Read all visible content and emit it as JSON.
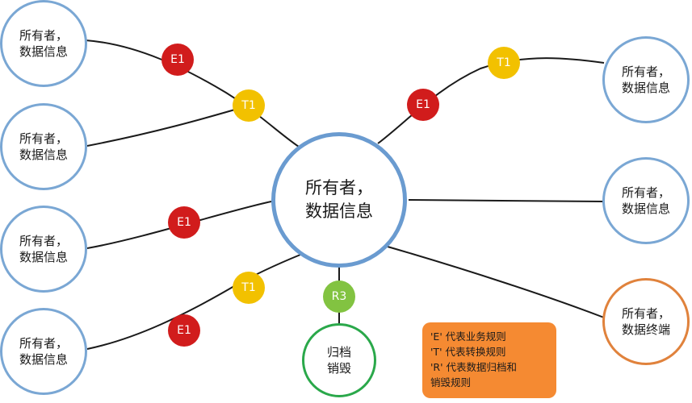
{
  "nodes": {
    "center": "所有者，\n数据信息",
    "left_1": "所有者，\n数据信息",
    "left_2": "所有者，\n数据信息",
    "left_3": "所有者，\n数据信息",
    "left_4": "所有者，\n数据信息",
    "right_1": "所有者，\n数据信息",
    "right_2": "所有者，\n数据信息",
    "terminal": "所有者，\n数据终端",
    "archive": "归档\n销毁"
  },
  "rule_badges": {
    "left_1_e": "E1",
    "left_1_t": "T1",
    "left_3_e": "E1",
    "left_4_t": "T1",
    "left_4_e": "E1",
    "right_1_e": "E1",
    "right_1_t": "T1",
    "archive_r": "R3"
  },
  "legend": {
    "line_1": "'E' 代表业务规则",
    "line_2": "'T' 代表转换规则",
    "line_3": "'R' 代表数据归档和",
    "line_4": "销毁规则"
  },
  "colors": {
    "business_rule": "#d11c1c",
    "transform_rule": "#f2c100",
    "archive_rule": "#82c341",
    "node_border": "#7aa7d4",
    "terminal_border": "#e0823c",
    "archive_border": "#2aa84a",
    "legend_fill": "#f58a32"
  }
}
